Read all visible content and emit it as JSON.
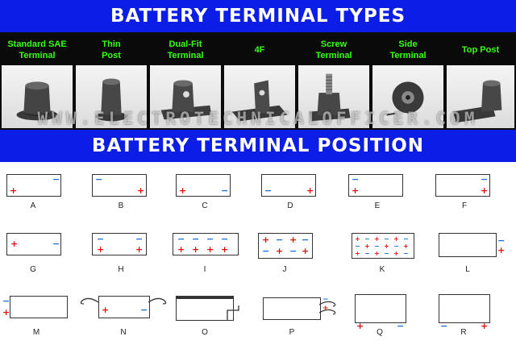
{
  "header": {
    "types_title": "BATTERY TERMINAL TYPES",
    "position_title": "BATTERY TERMINAL POSITION"
  },
  "watermark": "WWW.ELECTROTECHNICALOFFICER.COM",
  "terminal_types": [
    {
      "label": "Standard SAE\nTerminal",
      "icon": "standard-sae-terminal-icon"
    },
    {
      "label": "Thin\nPost",
      "icon": "thin-post-icon"
    },
    {
      "label": "Dual-Fit\nTerminal",
      "icon": "dual-fit-terminal-icon"
    },
    {
      "label": "4F",
      "icon": "4f-terminal-icon"
    },
    {
      "label": "Screw\nTerminal",
      "icon": "screw-terminal-icon"
    },
    {
      "label": "Side\nTerminal",
      "icon": "side-terminal-icon"
    },
    {
      "label": "Top Post",
      "icon": "top-post-icon"
    }
  ],
  "positions": [
    "A",
    "B",
    "C",
    "D",
    "E",
    "F",
    "G",
    "H",
    "I",
    "J",
    "K",
    "L",
    "M",
    "N",
    "O",
    "P",
    "Q",
    "R"
  ],
  "signs": {
    "plus": "+",
    "minus": "−"
  },
  "colors": {
    "banner": "#0c1ee6",
    "label_green": "#39ff14",
    "positive": "#e01010",
    "negative": "#1a6fd6"
  }
}
